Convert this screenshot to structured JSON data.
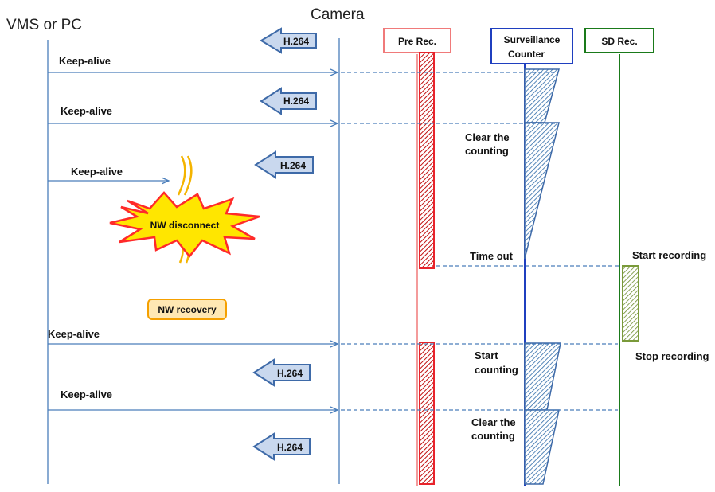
{
  "participants": {
    "vms": "VMS or PC",
    "camera": "Camera",
    "pre_rec": "Pre Rec.",
    "surveillance_line1": "Surveillance",
    "surveillance_line2": "Counter",
    "sd_rec": "SD Rec."
  },
  "messages": {
    "keep_alive_1": "Keep-alive",
    "keep_alive_2": "Keep-alive",
    "keep_alive_3": "Keep-alive",
    "keep_alive_4": "Keep-alive",
    "keep_alive_5": "Keep-alive"
  },
  "streams": {
    "h264_1": "H.264",
    "h264_2": "H.264",
    "h264_3": "H.264",
    "h264_4": "H.264",
    "h264_5": "H.264"
  },
  "events": {
    "nw_disconnect": "NW disconnect",
    "nw_recovery": "NW recovery"
  },
  "notes": {
    "clear_counting_1_l1": "Clear the",
    "clear_counting_1_l2": "counting",
    "time_out": "Time out",
    "start_recording": "Start recording",
    "stop_recording": "Stop recording",
    "start_counting_l1": "Start",
    "start_counting_l2": "counting",
    "clear_counting_2_l1": "Clear the",
    "clear_counting_2_l2": "counting"
  },
  "colors": {
    "lifeline": "#4a7ebb",
    "pre_rec": "#e8232b",
    "surveillance": "#1f3fbf",
    "sd_rec": "#1a7a1a",
    "sd_bar": "#7a9a3a",
    "arrow_fill": "#c9d8ee",
    "arrow_stroke": "#3e6aa8",
    "burst_fill": "#ffe600",
    "burst_stroke": "#ff2a2a",
    "cable": "#f4b400",
    "recovery_fill": "#ffe8b3",
    "recovery_stroke": "#f5a000"
  }
}
